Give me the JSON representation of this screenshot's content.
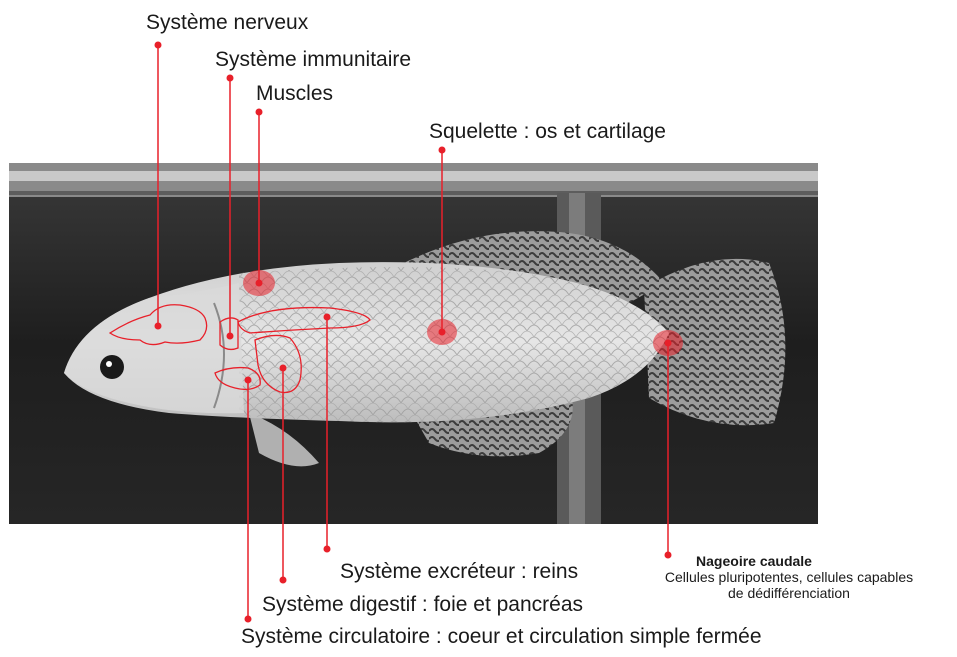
{
  "labels": {
    "nerveux": "Système nerveux",
    "immunitaire": "Système immunitaire",
    "muscles": "Muscles",
    "squelette": "Squelette : os et cartilage",
    "excreteur": "Système excréteur : reins",
    "digestif": "Système digestif : foie et pancréas",
    "circulatoire": "Système circulatoire : coeur et circulation simple fermée",
    "nageoire_title": "Nageoire caudale",
    "nageoire_line1": "Cellules pluripotentes, cellules capables",
    "nageoire_line2": "de dédifférenciation"
  },
  "colors": {
    "accent": "#e8202a",
    "text": "#1a1a1a"
  }
}
